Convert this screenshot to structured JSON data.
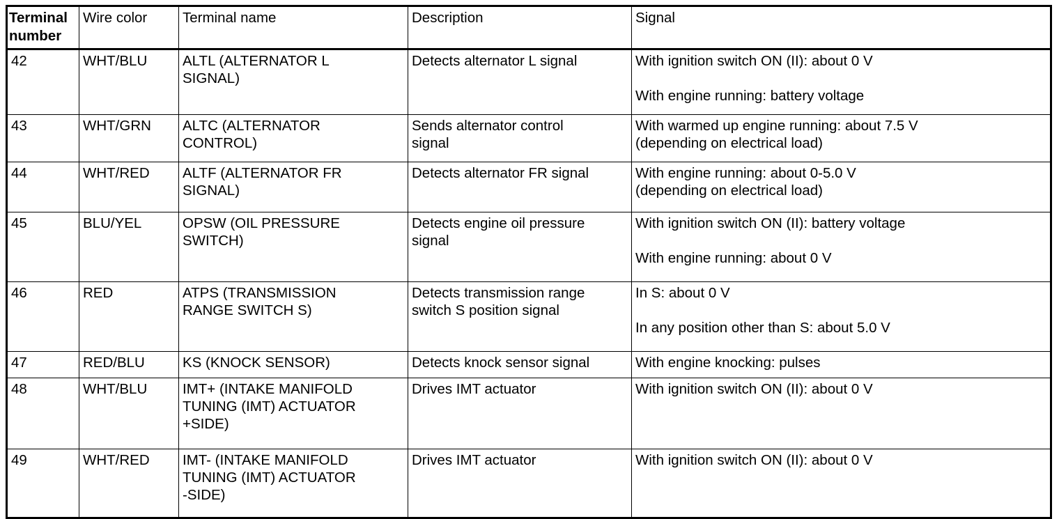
{
  "table": {
    "columns": [
      {
        "key": "terminal_number",
        "label": "Terminal\nnumber",
        "bold": true
      },
      {
        "key": "wire_color",
        "label": "Wire color",
        "bold": false
      },
      {
        "key": "terminal_name",
        "label": "Terminal name",
        "bold": false
      },
      {
        "key": "description",
        "label": "Description",
        "bold": false
      },
      {
        "key": "signal",
        "label": "Signal",
        "bold": false
      }
    ],
    "rows": [
      {
        "terminal_number": "42",
        "wire_color": "WHT/BLU",
        "terminal_name": "ALTL (ALTERNATOR L\nSIGNAL)",
        "description": "Detects alternator L signal",
        "signal": "With ignition switch ON (II): about 0 V\n\nWith engine running: battery voltage"
      },
      {
        "terminal_number": "43",
        "wire_color": "WHT/GRN",
        "terminal_name": "ALTC (ALTERNATOR\nCONTROL)",
        "description": "Sends alternator control\nsignal",
        "signal": "With warmed up engine running: about 7.5 V\n(depending on electrical load)"
      },
      {
        "terminal_number": "44",
        "wire_color": "WHT/RED",
        "terminal_name": "ALTF (ALTERNATOR FR\nSIGNAL)",
        "description": "Detects alternator FR signal",
        "signal": "With engine running: about 0-5.0 V\n(depending on electrical load)"
      },
      {
        "terminal_number": "45",
        "wire_color": "BLU/YEL",
        "terminal_name": "OPSW (OIL PRESSURE\nSWITCH)",
        "description": "Detects engine oil pressure\nsignal",
        "signal": "With ignition switch ON (II): battery voltage\n\nWith engine running: about 0 V"
      },
      {
        "terminal_number": "46",
        "wire_color": "RED",
        "terminal_name": "ATPS (TRANSMISSION\nRANGE SWITCH S)",
        "description": "Detects transmission range\nswitch S position signal",
        "signal": "In S: about 0 V\n\nIn any position other than S: about 5.0 V"
      },
      {
        "terminal_number": "47",
        "wire_color": "RED/BLU",
        "terminal_name": "KS (KNOCK SENSOR)",
        "description": "Detects knock sensor signal",
        "signal": "With engine knocking: pulses"
      },
      {
        "terminal_number": "48",
        "wire_color": "WHT/BLU",
        "terminal_name": "IMT+ (INTAKE MANIFOLD\nTUNING (IMT) ACTUATOR\n+SIDE)",
        "description": "Drives IMT actuator",
        "signal": "With ignition switch ON (II): about 0 V"
      },
      {
        "terminal_number": "49",
        "wire_color": "WHT/RED",
        "terminal_name": "IMT- (INTAKE MANIFOLD\nTUNING (IMT) ACTUATOR\n-SIDE)",
        "description": "Drives IMT actuator",
        "signal": "With ignition switch ON (II): about 0 V"
      }
    ]
  }
}
